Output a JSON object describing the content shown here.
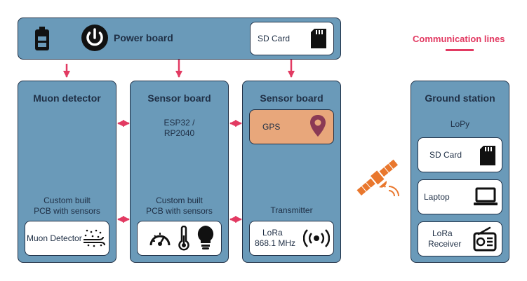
{
  "power_board": {
    "title": "Power board",
    "sd_card": "SD Card"
  },
  "muon_detector": {
    "title": "Muon detector",
    "desc_line1": "Custom built",
    "desc_line2": "PCB with sensors",
    "card": "Muon Detector"
  },
  "sensor_board_1": {
    "title": "Sensor board",
    "mcu_line1": "ESP32 /",
    "mcu_line2": "RP2040",
    "desc_line1": "Custom built",
    "desc_line2": "PCB with sensors"
  },
  "sensor_board_2": {
    "title": "Sensor board",
    "gps": "GPS",
    "transmitter": "Transmitter",
    "lora_line1": "LoRa",
    "lora_line2": "868.1 MHz"
  },
  "ground_station": {
    "title": "Ground station",
    "lopy": "LoPy",
    "sd_card": "SD Card",
    "laptop": "Laptop",
    "receiver_line1": "LoRa",
    "receiver_line2": "Receiver"
  },
  "legend": {
    "title": "Communication lines",
    "color": "#e23a62"
  },
  "colors": {
    "box": "#6a9ab9",
    "border": "#1f2f45",
    "gps_card": "#e8a77b",
    "satellite": "#e9772d"
  },
  "icons": [
    "battery-icon",
    "power-icon",
    "sd-card-icon",
    "particles-icon",
    "gauge-icon",
    "thermometer-icon",
    "lightbulb-icon",
    "location-pin-icon",
    "antenna-icon",
    "laptop-icon",
    "radio-icon",
    "satellite-icon"
  ]
}
